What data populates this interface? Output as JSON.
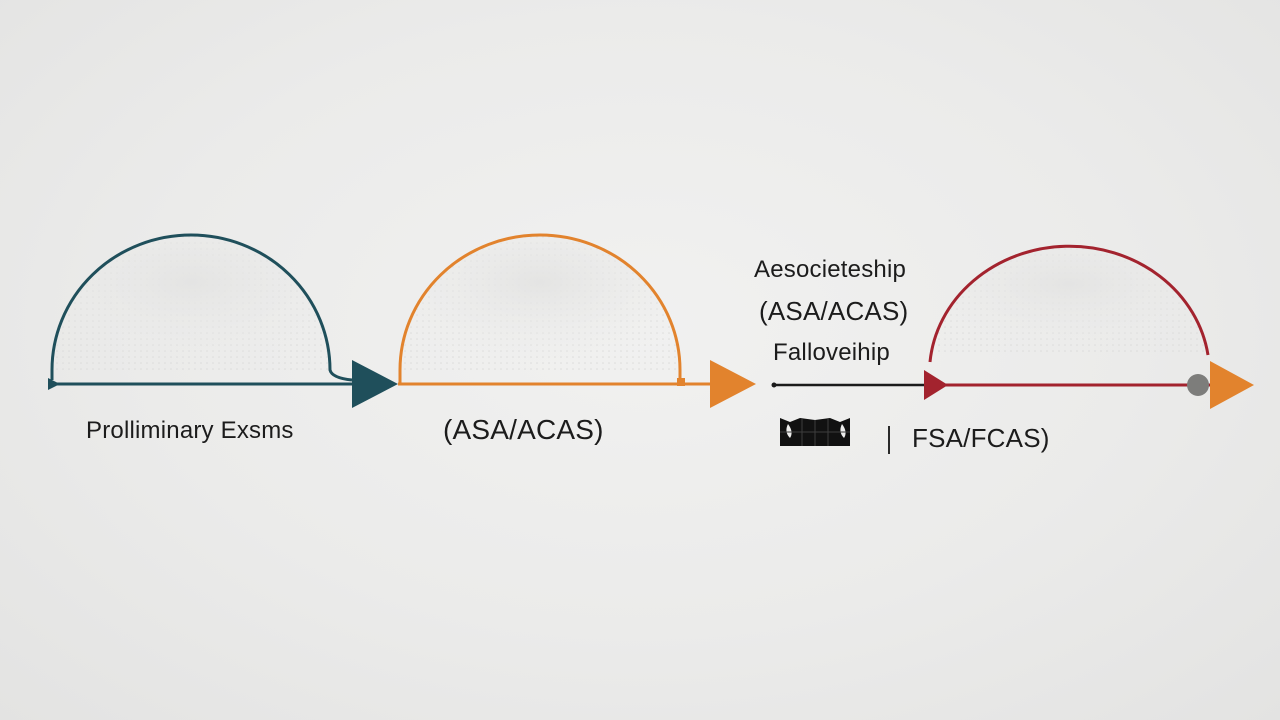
{
  "stages": [
    {
      "label": "Prolliminary Exsms",
      "color": "#1f4f5b"
    },
    {
      "label": "(ASA/ACAS)",
      "color": "#e2832d"
    },
    {
      "label": "FSA/FCAS)",
      "color": "#a3232e"
    }
  ],
  "notes": {
    "line1": "Aesocieteship",
    "line2": "(ASA/ACAS)",
    "line3": "Falloveihip"
  },
  "separator": "|",
  "icons": {
    "book": "open-book-icon",
    "dot": "circle-dot-icon"
  }
}
